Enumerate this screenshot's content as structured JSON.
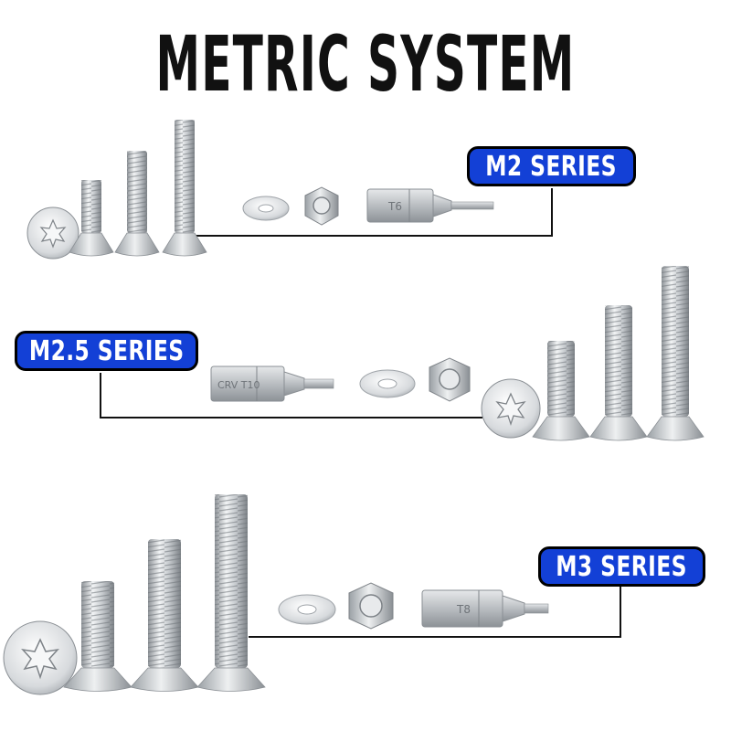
{
  "title": "METRIC SYSTEM",
  "series": [
    {
      "label": "M2 SERIES",
      "bit_text": "T6"
    },
    {
      "label": "M2.5 SERIES",
      "bit_text": "CRV  T10"
    },
    {
      "label": "M3 SERIES",
      "bit_text": "T8"
    }
  ],
  "colors": {
    "badge_fill": "#1340d6",
    "badge_border": "#000000",
    "text_on_badge": "#ffffff",
    "metal": "#c9cdd1",
    "background": "#ffffff"
  },
  "icons": [
    "countersunk-screw-icon",
    "torx-head-icon",
    "washer-icon",
    "hex-nut-icon",
    "torx-bit-icon"
  ]
}
